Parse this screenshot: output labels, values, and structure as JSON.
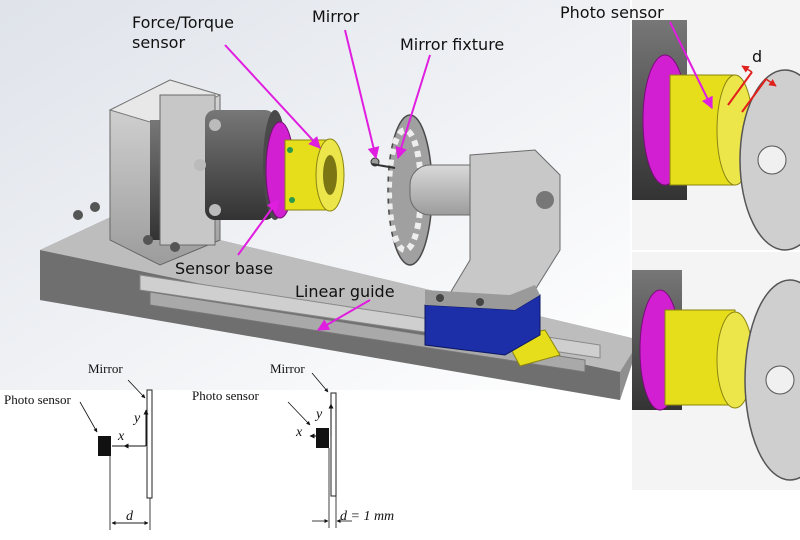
{
  "labels": {
    "force_torque_line1": "Force/Torque",
    "force_torque_line2": "sensor",
    "mirror": "Mirror",
    "mirror_fixture": "Mirror fixture",
    "photo_sensor_top": "Photo sensor",
    "sensor_base": "Sensor base",
    "linear_guide": "Linear guide",
    "inset_d": "d"
  },
  "schematic_left": {
    "mirror": "Mirror",
    "photo_sensor": "Photo sensor",
    "y": "y",
    "x": "x",
    "d": "d"
  },
  "schematic_right": {
    "mirror": "Mirror",
    "photo_sensor": "Photo sensor",
    "y": "y",
    "x": "x",
    "d_value": "d = 1 mm"
  },
  "colors": {
    "callout_arrow": "#e01ee0",
    "magenta": "#d21fd2",
    "yellow": "#e6de1a",
    "blue": "#1c2fa8",
    "gray": "#b9b9b9",
    "dark": "#3a3a3a",
    "red": "#e0201c"
  }
}
